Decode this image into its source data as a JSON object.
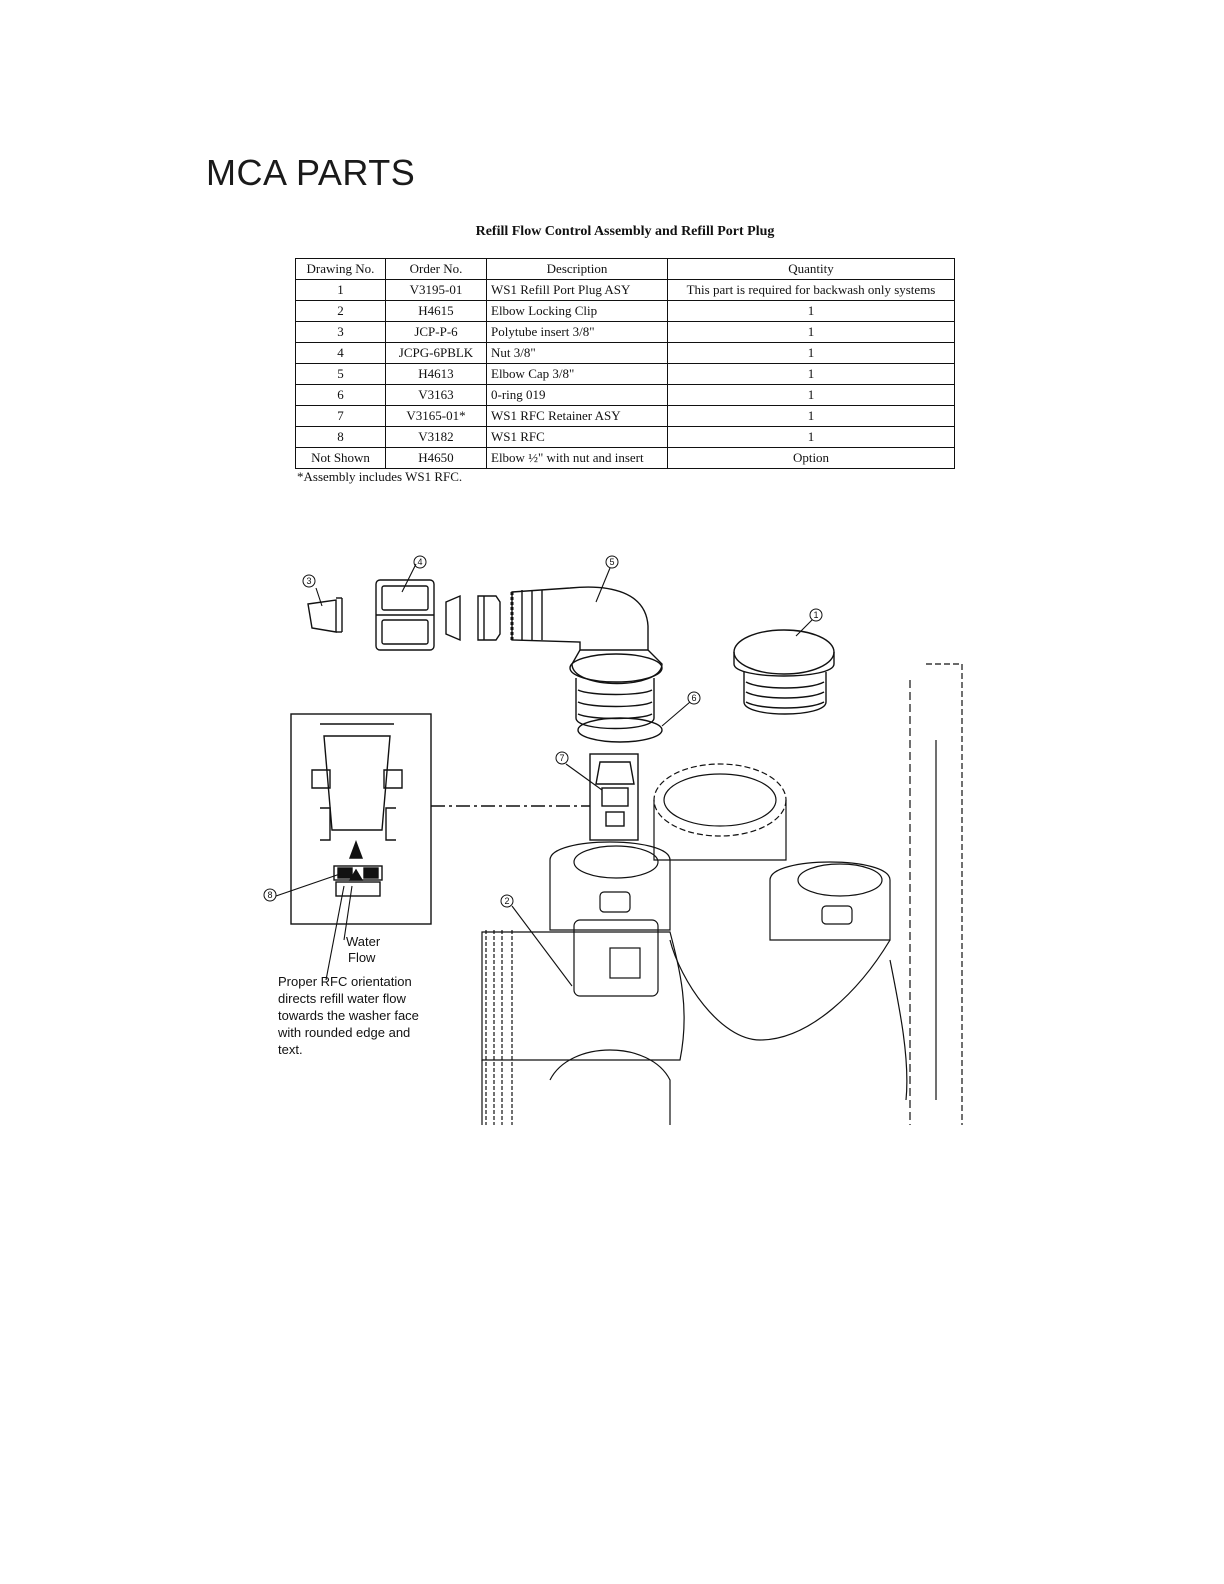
{
  "heading": "MCA PARTS",
  "table_title": "Refill Flow Control Assembly and Refill Port Plug",
  "columns": [
    "Drawing No.",
    "Order No.",
    "Description",
    "Quantity"
  ],
  "rows": [
    {
      "drawing": "1",
      "order": "V3195-01",
      "description": "WS1 Refill Port Plug ASY",
      "quantity": "This part is required for backwash only systems"
    },
    {
      "drawing": "2",
      "order": "H4615",
      "description": "Elbow Locking Clip",
      "quantity": "1"
    },
    {
      "drawing": "3",
      "order": "JCP-P-6",
      "description": "Polytube insert 3/8\"",
      "quantity": "1"
    },
    {
      "drawing": "4",
      "order": "JCPG-6PBLK",
      "description": "Nut 3/8\"",
      "quantity": "1"
    },
    {
      "drawing": "5",
      "order": "H4613",
      "description": "Elbow Cap 3/8\"",
      "quantity": "1"
    },
    {
      "drawing": "6",
      "order": "V3163",
      "description": "0-ring 019",
      "quantity": "1"
    },
    {
      "drawing": "7",
      "order": "V3165-01*",
      "description": "WS1 RFC Retainer ASY",
      "quantity": "1"
    },
    {
      "drawing": "8",
      "order": "V3182",
      "description": "WS1 RFC",
      "quantity": "1"
    },
    {
      "drawing": "Not Shown",
      "order": "H4650",
      "description": "Elbow ½\" with nut and insert",
      "quantity": "Option"
    }
  ],
  "footnote": "*Assembly includes WS1 RFC.",
  "diagram": {
    "callouts": [
      "1",
      "2",
      "3",
      "4",
      "5",
      "6",
      "7",
      "8"
    ],
    "water_flow_line1": "Water",
    "water_flow_line2": "Flow",
    "note_lines": [
      "Proper RFC orientation",
      "directs refill water flow",
      "towards the washer face",
      "with rounded edge and",
      "text."
    ]
  }
}
